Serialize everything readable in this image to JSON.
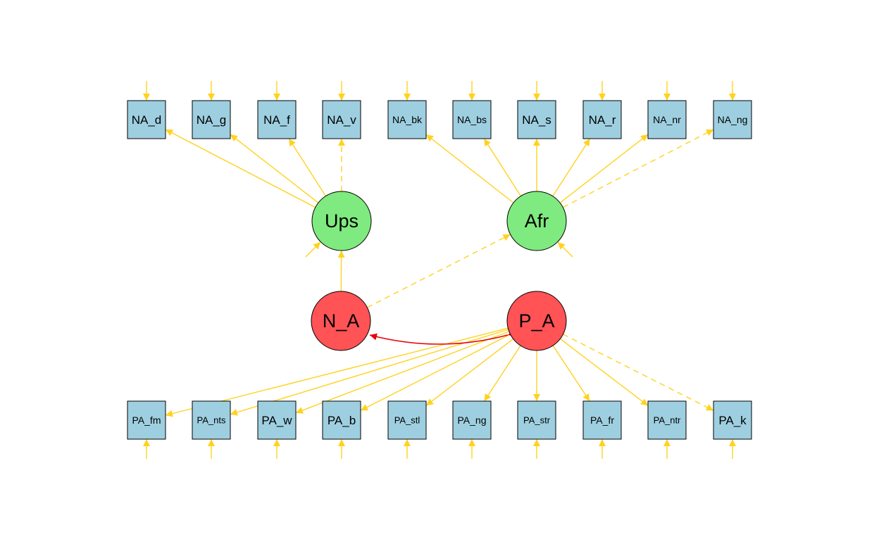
{
  "diagram": {
    "colors": {
      "path": "#FFD21F",
      "covariance": "#E8000B",
      "observed_fill": "#9ECFE0",
      "first_order_fill": "#7FEA7F",
      "second_order_fill": "#FF5356",
      "outline": "#000000"
    },
    "latent_first_order": [
      {
        "id": "Ups",
        "label": "Ups"
      },
      {
        "id": "Afr",
        "label": "Afr"
      }
    ],
    "latent_second_order": [
      {
        "id": "N_A",
        "label": "N_A"
      },
      {
        "id": "P_A",
        "label": "P_A"
      }
    ],
    "observed_top": [
      {
        "id": "NA_d",
        "label": "NA_d",
        "factor": "Ups",
        "fixed": false
      },
      {
        "id": "NA_g",
        "label": "NA_g",
        "factor": "Ups",
        "fixed": false
      },
      {
        "id": "NA_f",
        "label": "NA_f",
        "factor": "Ups",
        "fixed": false
      },
      {
        "id": "NA_v",
        "label": "NA_v",
        "factor": "Ups",
        "fixed": true
      },
      {
        "id": "NA_bk",
        "label": "NA_bk",
        "factor": "Afr",
        "fixed": false
      },
      {
        "id": "NA_bs",
        "label": "NA_bs",
        "factor": "Afr",
        "fixed": false
      },
      {
        "id": "NA_s",
        "label": "NA_s",
        "factor": "Afr",
        "fixed": false
      },
      {
        "id": "NA_r",
        "label": "NA_r",
        "factor": "Afr",
        "fixed": false
      },
      {
        "id": "NA_nr",
        "label": "NA_nr",
        "factor": "Afr",
        "fixed": false
      },
      {
        "id": "NA_ng",
        "label": "NA_ng",
        "factor": "Afr",
        "fixed": true
      }
    ],
    "observed_bottom": [
      {
        "id": "PA_fm",
        "label": "PA_fm",
        "factor": "P_A",
        "fixed": false
      },
      {
        "id": "PA_nts",
        "label": "PA_nts",
        "factor": "P_A",
        "fixed": false
      },
      {
        "id": "PA_w",
        "label": "PA_w",
        "factor": "P_A",
        "fixed": false
      },
      {
        "id": "PA_b",
        "label": "PA_b",
        "factor": "P_A",
        "fixed": false
      },
      {
        "id": "PA_stl",
        "label": "PA_stl",
        "factor": "P_A",
        "fixed": false
      },
      {
        "id": "PA_ng",
        "label": "PA_ng",
        "factor": "P_A",
        "fixed": false
      },
      {
        "id": "PA_str",
        "label": "PA_str",
        "factor": "P_A",
        "fixed": false
      },
      {
        "id": "PA_fr",
        "label": "PA_fr",
        "factor": "P_A",
        "fixed": false
      },
      {
        "id": "PA_ntr",
        "label": "PA_ntr",
        "factor": "P_A",
        "fixed": false
      },
      {
        "id": "PA_k",
        "label": "PA_k",
        "factor": "P_A",
        "fixed": true
      }
    ],
    "structural_paths": [
      {
        "from": "N_A",
        "to": "Ups",
        "fixed": false
      },
      {
        "from": "N_A",
        "to": "Afr",
        "fixed": true
      }
    ],
    "covariances": [
      {
        "a": "N_A",
        "b": "P_A"
      }
    ],
    "residuals_on": [
      "NA_d",
      "NA_g",
      "NA_f",
      "NA_v",
      "NA_bk",
      "NA_bs",
      "NA_s",
      "NA_r",
      "NA_nr",
      "NA_ng",
      "PA_fm",
      "PA_nts",
      "PA_w",
      "PA_b",
      "PA_stl",
      "PA_ng",
      "PA_str",
      "PA_fr",
      "PA_ntr",
      "PA_k",
      "Ups",
      "Afr"
    ]
  }
}
